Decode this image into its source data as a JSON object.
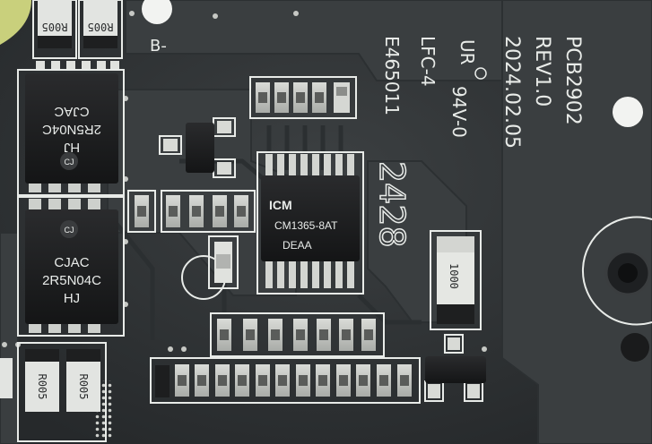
{
  "board": {
    "model": "PCB2902",
    "revision": "REV1.0",
    "date": "2024.02.05",
    "ul_mark": "UR",
    "flammability": "94V-0",
    "layer_code": "LFC-4",
    "ul_file": "E465011",
    "date_code": "2428",
    "label_b_minus": "B-"
  },
  "chips": {
    "mosfet_top": {
      "l1": "CJAC",
      "l2": "2R5N04C",
      "l3": "HJ",
      "logo": "CJ"
    },
    "mosfet_bottom": {
      "l1": "CJAC",
      "l2": "2R5N04C",
      "l3": "HJ",
      "logo": "CJ"
    },
    "controller": {
      "brand": "ICM",
      "part": "CM1365-8AT",
      "lot": "DEAA"
    }
  },
  "resistors": {
    "top_left": "R005",
    "top_right": "R005",
    "bottom_left": "R005",
    "bottom_right": "R005",
    "large": "1000"
  },
  "colors": {
    "pcb": "#34383a",
    "silkscreen": "#e8ebe8",
    "component": "#1c1d1e",
    "pad": "#c9ccc8"
  }
}
